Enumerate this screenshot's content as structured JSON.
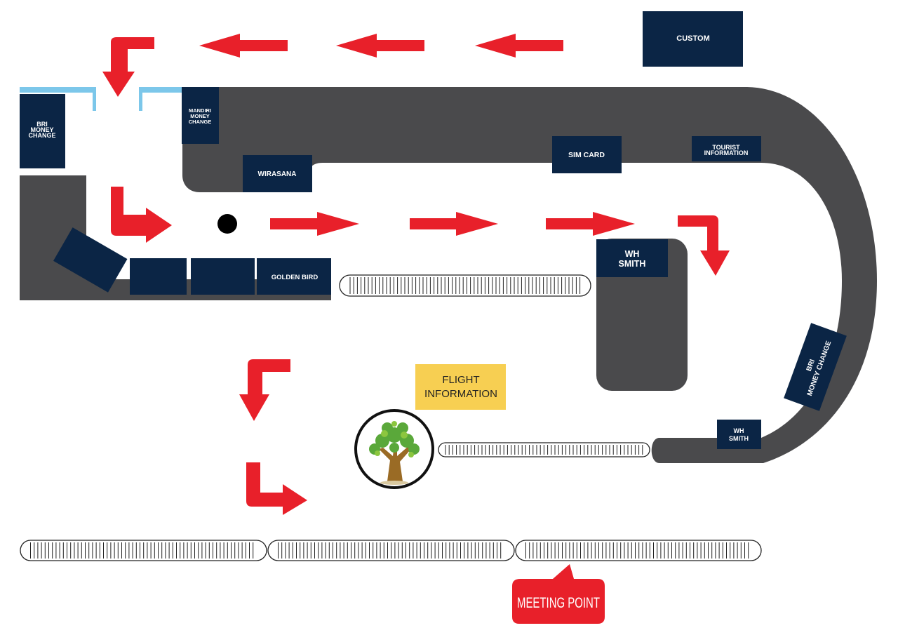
{
  "colors": {
    "background": "#ffffff",
    "walkway": "#4a4a4c",
    "booth": "#0b2545",
    "booth_text": "#ffffff",
    "arrow": "#e8202a",
    "door_frame": "#7cc7ea",
    "flight_info_bg": "#f7cf52",
    "meeting_point_bg": "#e8202a"
  },
  "booths": {
    "custom": "CUSTOM",
    "bri_money_change_left": [
      "BRI",
      "MONEY",
      "CHANGE"
    ],
    "mandiri_money_change": [
      "MANDIRI",
      "MONEY",
      "CHANGE"
    ],
    "wirasana": "WIRASANA",
    "sim_card": "SIM CARD",
    "tourist_information": [
      "TOURIST",
      "INFORMATION"
    ],
    "golden_bird": "GOLDEN BIRD",
    "wh_smith_center": [
      "WH",
      "SMITH"
    ],
    "bri_money_change_right": [
      "BRI",
      "MONEY CHANGE"
    ],
    "wh_smith_right": [
      "WH",
      "SMITH"
    ]
  },
  "flight_information": [
    "FLIGHT",
    "INFORMATION"
  ],
  "meeting_point": "MEETING POINT",
  "icons": {
    "tree": "tree-icon",
    "marker": "marker-dot-icon",
    "arrow": "direction-arrow-icon",
    "conveyor": "baggage-conveyor"
  }
}
